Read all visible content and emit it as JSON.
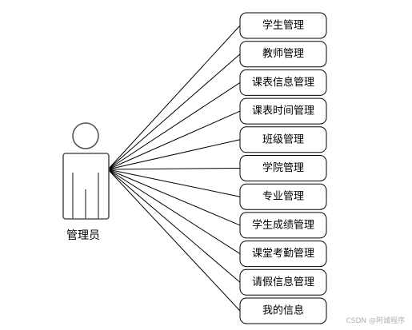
{
  "actor": {
    "label": "管理员"
  },
  "use_cases": [
    "学生管理",
    "教师管理",
    "课表信息管理",
    "课表时间管理",
    "班级管理",
    "学院管理",
    "专业管理",
    "学生成绩管理",
    "课堂考勤管理",
    "请假信息管理",
    "我的信息"
  ],
  "watermark": "CSDN @阿诚程序",
  "colors": {
    "line": "#000000",
    "actor_stroke": "#555555",
    "watermark": "#b0b0b0"
  }
}
